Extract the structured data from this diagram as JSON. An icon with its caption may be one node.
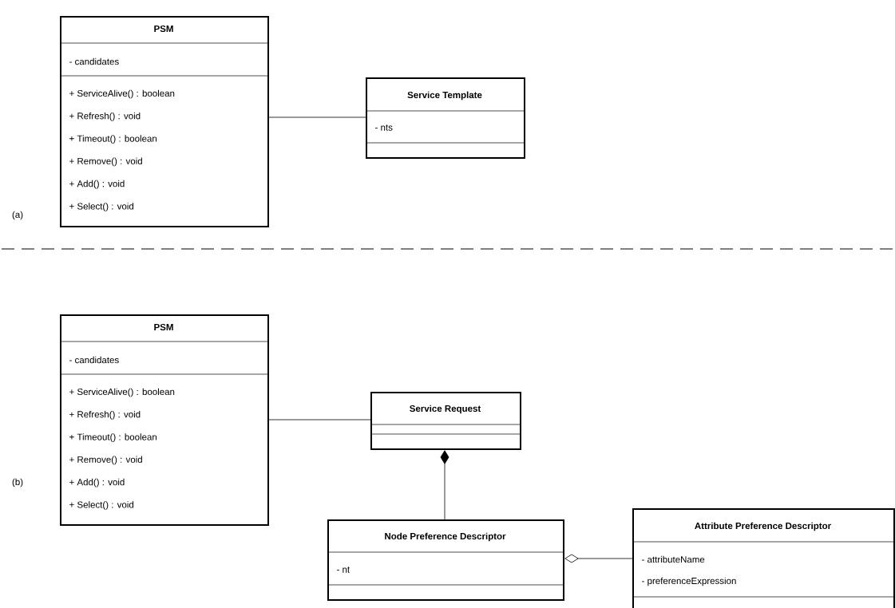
{
  "diagram": {
    "nodes": [
      {
        "text": [
          "PSM",
          "- candidates",
          "+ ServiceAlive() : boolean",
          "+ Refresh() : void",
          "+ Timeout() : boolean",
          "+ Remove() : void",
          "+ Add() : void",
          "+ Select() : void"
        ]
      },
      {
        "text": [
          "Service Template",
          "- nts"
        ]
      },
      {
        "text": [
          "PSM",
          "- candidates",
          "+ ServiceAlive() : boolean",
          "+ Refresh() : void",
          "+ Timeout() : boolean",
          "+ Remove() : void",
          "+ Add() : void",
          "+ Select() : void"
        ]
      },
      {
        "text": [
          "Service Request"
        ]
      },
      {
        "text": [
          "Node Preference Descriptor",
          "- nt"
        ]
      },
      {
        "text": [
          "Attribute Preference Descriptor",
          "- attributeName",
          "- preferenceExpression"
        ]
      }
    ],
    "edges": [
      {
        "from": 0,
        "to": 1,
        "arrow": "none"
      },
      {
        "from": 2,
        "to": 3,
        "arrow": "none"
      },
      {
        "from": 3,
        "to": 4,
        "arrow": "other"
      },
      {
        "from": 4,
        "to": 5,
        "arrow": "other"
      }
    ],
    "labels": [
      "(a)",
      "(b)"
    ]
  }
}
